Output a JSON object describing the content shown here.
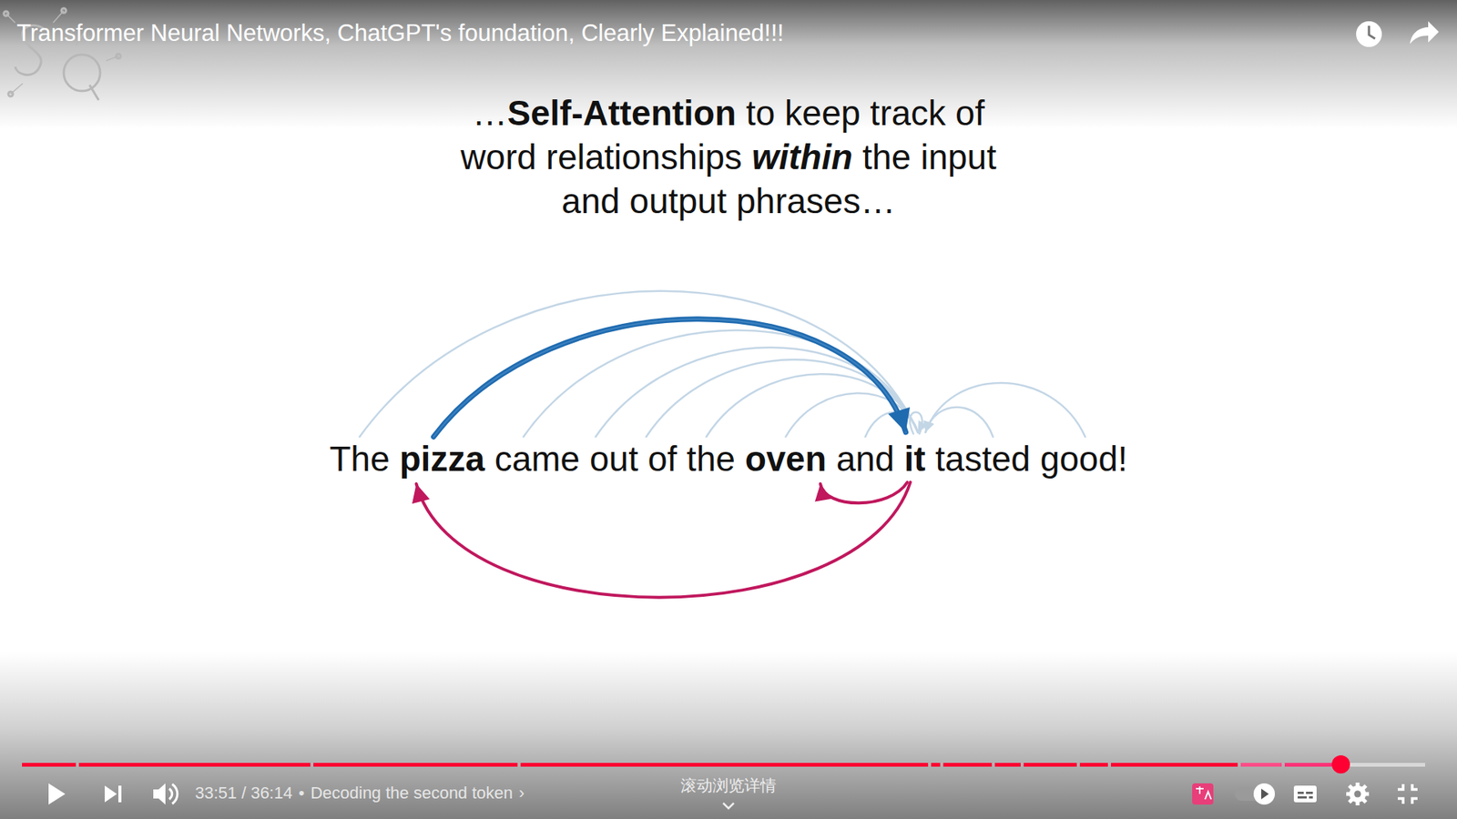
{
  "diagram": {
    "title": "Transformer Neural Networks, ChatGPT's foundation, Clearly Explained!!!",
    "labels": [
      "…",
      "Self-Attention",
      "to keep track of",
      "word relationships",
      "within",
      "the input",
      "and output phrases…",
      "The",
      "pizza",
      "came out of the",
      "oven",
      "and",
      "it",
      "tasted good!",
      "33:51 / 36:14",
      "•",
      "Decoding the second token",
      "›",
      "滚动浏览详情"
    ]
  }
}
